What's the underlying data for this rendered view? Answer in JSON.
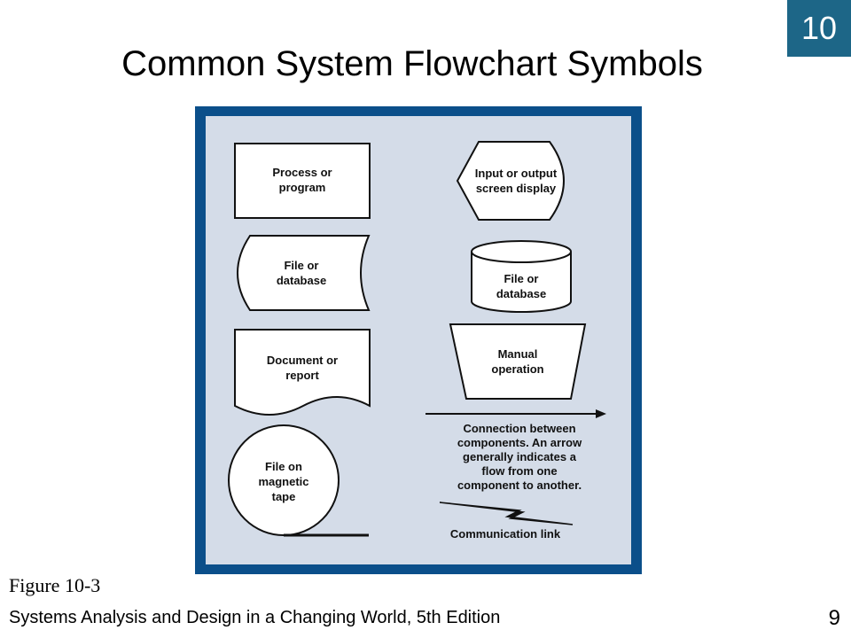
{
  "slide": {
    "chapter_badge": "10",
    "title": "Common System Flowchart Symbols",
    "figure_caption": "Figure 10-3",
    "footer": "Systems Analysis and Design in a Changing World, 5th Edition",
    "page_number": "9"
  },
  "diagram": {
    "process": [
      "Process or",
      "program"
    ],
    "io_display": [
      "Input or output",
      "screen display"
    ],
    "file_db_left": [
      "File or",
      "database"
    ],
    "file_db_right": [
      "File or",
      "database"
    ],
    "document": [
      "Document or",
      "report"
    ],
    "manual": [
      "Manual",
      "operation"
    ],
    "connection": [
      "Connection between",
      "components. An arrow",
      "generally indicates a",
      "flow from one",
      "component to another."
    ],
    "tape": [
      "File on",
      "magnetic",
      "tape"
    ],
    "comm_link": "Communication link"
  },
  "colors": {
    "frame": "#0b4f8a",
    "panel": "#d4dce8",
    "badge": "#1d6687"
  }
}
